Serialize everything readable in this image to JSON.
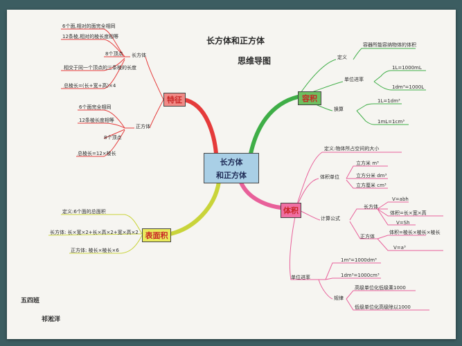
{
  "title": {
    "line1": "长方体和正方体",
    "line2": "思维导图"
  },
  "center": {
    "line1": "长方体",
    "line2": "和正方体"
  },
  "features": {
    "label": "特征",
    "cuboid_label": "长方体",
    "cuboid_items": [
      "6个面,相对的面完全相同",
      "12条棱,相对的棱长度相等",
      "8个顶点",
      "相交于同一个顶点的三条棱的长度",
      "总棱长=(长+宽+高)×4"
    ],
    "cube_label": "正方体",
    "cube_items": [
      "6个面完全相同",
      "12条棱长度相等",
      "8个顶点",
      "总棱长=12×棱长"
    ]
  },
  "capacity": {
    "label": "容积",
    "def_label": "定义",
    "def_text": "容器所能容纳物体的体积",
    "conv_label": "单位进率",
    "conv_items": [
      "1L=1000mL",
      "1dm³=1000L"
    ],
    "calc_label": "换算",
    "calc_items": [
      "1L=1dm³",
      "1mL=1cm³"
    ]
  },
  "volume": {
    "label": "体积",
    "definition": "定义:物体所占空间的大小",
    "units_label": "体积单位",
    "units": [
      "立方米 m³",
      "立方分米 dm³",
      "立方厘米 cm³"
    ],
    "formula_label": "计算公式",
    "cuboid_label": "长方体",
    "cuboid_formulas": [
      "V=abh",
      "体积=长×宽×高",
      "V=Sh"
    ],
    "cube_label": "正方体",
    "cube_formulas": [
      "体积=棱长×棱长×棱长",
      "V=a³"
    ],
    "rates_label": "单位进率",
    "rates": [
      "1m³=1000dm³",
      "1dm³=1000cm³"
    ],
    "rule_label": "规律",
    "rules": [
      "高级单位化低级乘1000",
      "低级单位化高级除以1000"
    ]
  },
  "surface": {
    "label": "表面积",
    "definition": "定义:6个面的总面积",
    "cuboid": "长方体: 长×宽×2+长×高×2+宽×高×2",
    "cube": "正方体: 棱长×棱长×6"
  },
  "footer": {
    "class_name": "五四班",
    "author": "祁淞洋"
  },
  "colors": {
    "features": "#f08a86",
    "capacity": "#6dbf5f",
    "volume": "#f06fa3",
    "surface": "#e9ea5c",
    "center": "#a9cfe6",
    "branch_red": "#e53b3b",
    "branch_green": "#3fae47",
    "branch_pink": "#e8609a",
    "branch_yellow": "#c9d43a"
  }
}
